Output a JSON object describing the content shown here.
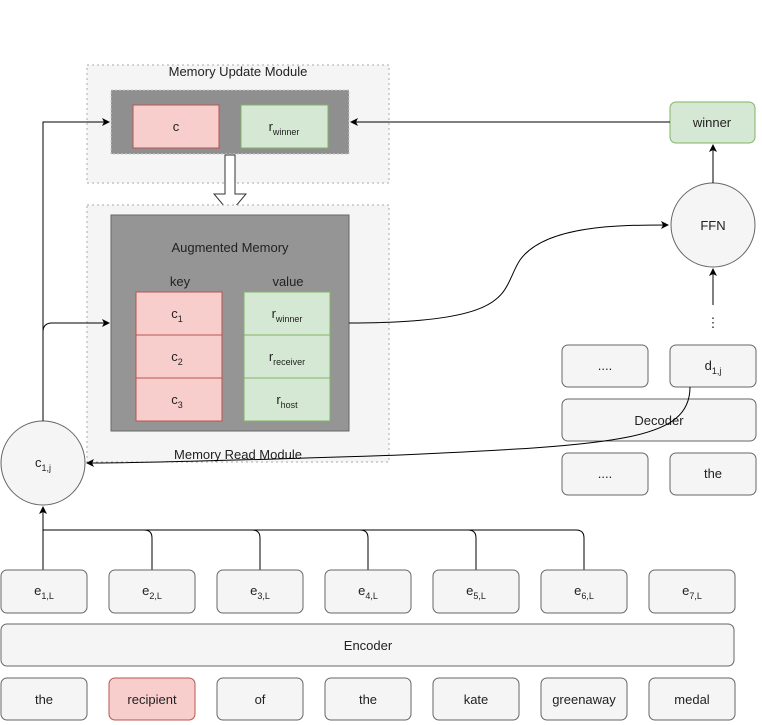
{
  "update_module": {
    "title": "Memory Update Module",
    "key": "c",
    "value": {
      "base": "r",
      "sub": "winner"
    }
  },
  "read_module": {
    "title": "Memory Read Module",
    "memory_title": "Augmented Memory",
    "key_header": "key",
    "value_header": "value",
    "keys": [
      {
        "base": "c",
        "sub": "1"
      },
      {
        "base": "c",
        "sub": "2"
      },
      {
        "base": "c",
        "sub": "3"
      }
    ],
    "values": [
      {
        "base": "r",
        "sub": "winner"
      },
      {
        "base": "r",
        "sub": "receiver"
      },
      {
        "base": "r",
        "sub": "host"
      }
    ]
  },
  "context": {
    "base": "c",
    "sub": "1,j"
  },
  "output": {
    "label": "winner"
  },
  "ffn": {
    "label": "FFN"
  },
  "decoder": {
    "label": "Decoder",
    "ellipsis": "⋮",
    "hidden": [
      {
        "base": "....",
        "sub": ""
      },
      {
        "base": "d",
        "sub": "1,j"
      }
    ],
    "inputs": [
      "....",
      "the"
    ]
  },
  "encoder": {
    "label": "Encoder",
    "hidden": [
      {
        "base": "e",
        "sub": "1,L"
      },
      {
        "base": "e",
        "sub": "2,L"
      },
      {
        "base": "e",
        "sub": "3,L"
      },
      {
        "base": "e",
        "sub": "4,L"
      },
      {
        "base": "e",
        "sub": "5,L"
      },
      {
        "base": "e",
        "sub": "6,L"
      },
      {
        "base": "e",
        "sub": "7,L"
      }
    ],
    "tokens": [
      "the",
      "recipient",
      "of",
      "the",
      "kate",
      "greenaway",
      "medal"
    ],
    "highlighted_token": "recipient"
  },
  "colors": {
    "key_fill": "#f8cecc",
    "key_stroke": "#b85450",
    "value_fill": "#d5e8d4",
    "value_stroke": "#82b366",
    "memory_fill": "#959595",
    "box_fill": "#f5f5f5",
    "box_stroke": "#666666"
  }
}
